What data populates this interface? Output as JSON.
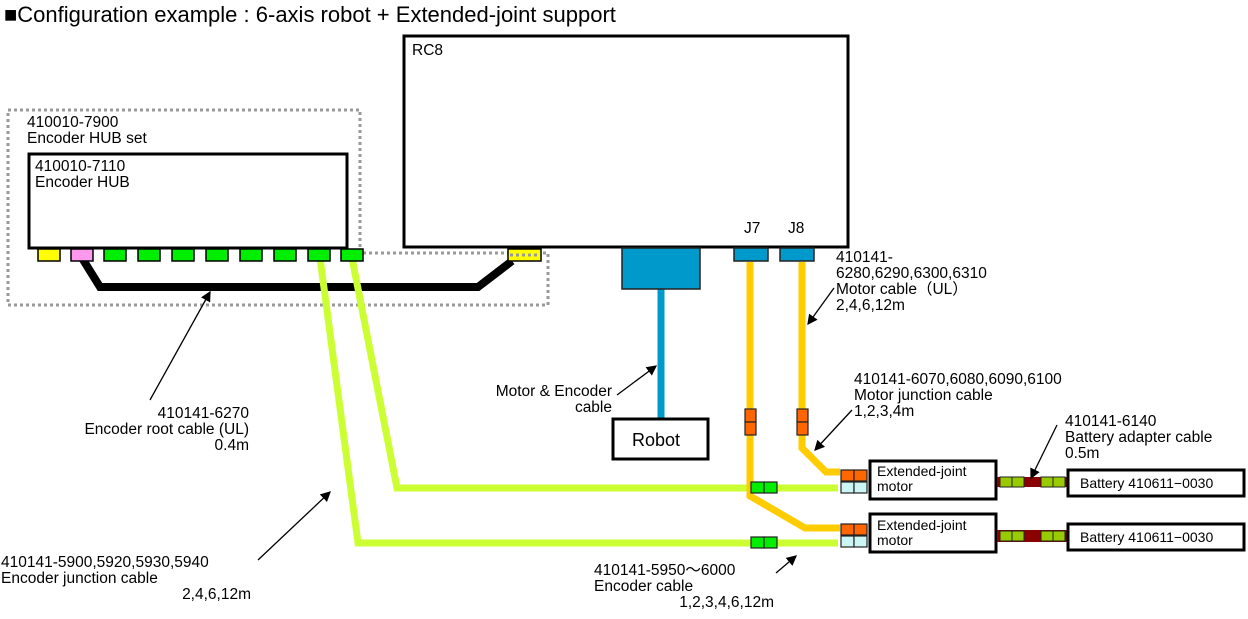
{
  "title": "■Configuration example : 6-axis robot + Extended-joint support",
  "rc8": {
    "label": "RC8",
    "ports": [
      "J7",
      "J8"
    ]
  },
  "encoder_hub_set": {
    "part_no": "410010-7900",
    "name": "Encoder HUB set"
  },
  "encoder_hub": {
    "part_no": "410010-7110",
    "name": "Encoder HUB"
  },
  "robot": {
    "label": "Robot"
  },
  "cables": {
    "encoder_root": {
      "part_no": "410141-6270",
      "name": "Encoder root cable (UL)",
      "length": "0.4m"
    },
    "motor_encoder": {
      "line1": "Motor & Encoder",
      "line2": "cable"
    },
    "motor_cable": {
      "part_no_1": "410141-",
      "part_no_2": "6280,6290,6300,6310",
      "name": "Motor cable（UL）",
      "length": "2,4,6,12m"
    },
    "motor_junction": {
      "part_no": "410141-6070,6080,6090,6100",
      "name": "Motor junction cable",
      "length": "1,2,3,4m"
    },
    "battery_adapter": {
      "part_no": "410141-6140",
      "name": "Battery adapter cable",
      "length": "0.5m"
    },
    "encoder_junction": {
      "part_no": "410141-5900,5920,5930,5940",
      "name": "Encoder junction cable",
      "length": "2,4,6,12m"
    },
    "encoder_cable": {
      "part_no": "410141-5950～6000",
      "name": "Encoder cable",
      "length": "1,2,3,4,6,12m"
    }
  },
  "motors": [
    {
      "line1": "Extended-joint",
      "line2": "motor"
    },
    {
      "line1": "Extended-joint",
      "line2": "motor"
    }
  ],
  "batteries": [
    {
      "label": "Battery 410611−0030"
    },
    {
      "label": "Battery 410611−0030"
    }
  ],
  "colors": {
    "encoder_cable": "#ccff33",
    "motor_cable": "#ffcc00",
    "robot_cable": "#0099cc",
    "root_cable": "#000000",
    "hub_port_green": "#00ee00",
    "hub_port_yellow": "#ffff00",
    "hub_port_pink": "#ff99ee",
    "connector_orange": "#ff6600",
    "connector_lightblue": "#ccf5f5",
    "battery_adapter": "#8b0000",
    "battery_connector": "#99cc00",
    "dotted_border": "#999999"
  }
}
